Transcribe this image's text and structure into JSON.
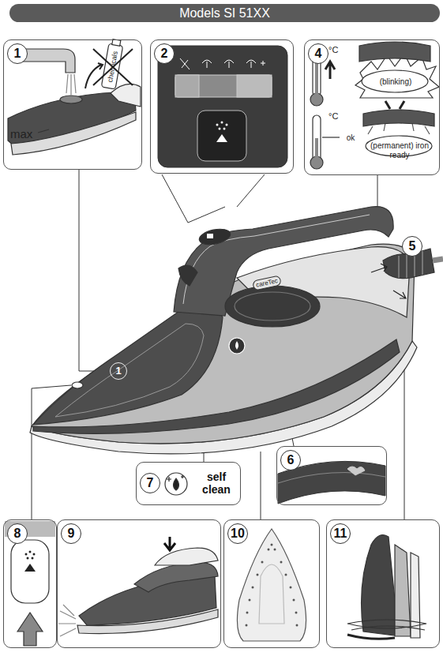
{
  "diagram": {
    "title": "Models SI 51XX",
    "nodes": [
      {
        "text": [
          "1",
          "max",
          "chemicals"
        ]
      },
      {
        "text": [
          "2"
        ]
      },
      {
        "text": [
          "4",
          "°C",
          "(blinking)",
          "°C",
          "ok",
          "(permanent) iron ready"
        ]
      },
      {
        "text": [
          "5"
        ]
      },
      {
        "text": [
          "6"
        ]
      },
      {
        "text": [
          "7",
          "self clean"
        ]
      },
      {
        "text": [
          "8"
        ]
      },
      {
        "text": [
          "9"
        ]
      },
      {
        "text": [
          "10"
        ]
      },
      {
        "text": [
          "11"
        ]
      }
    ],
    "labels": [
      "1",
      "careTec"
    ]
  }
}
